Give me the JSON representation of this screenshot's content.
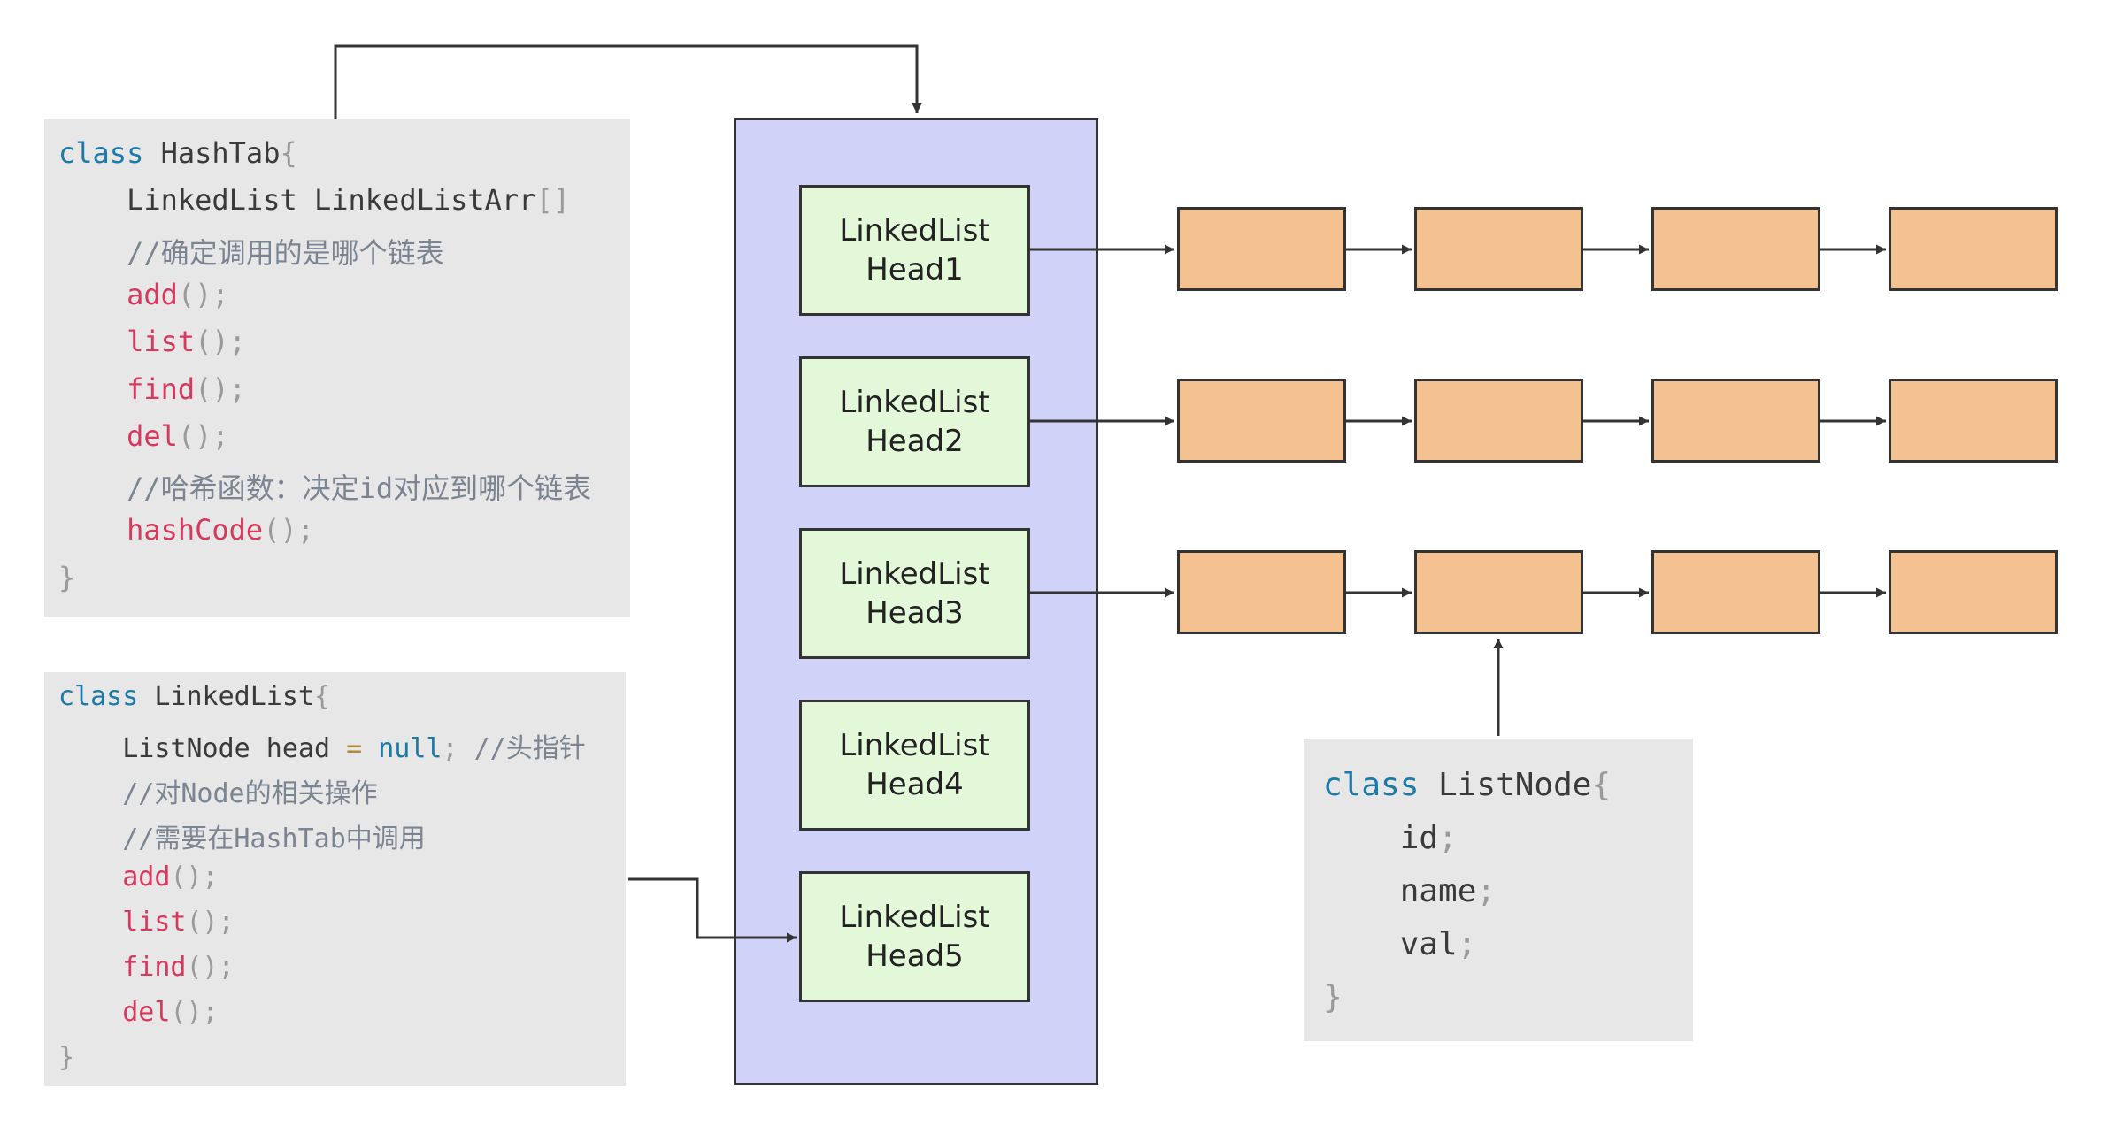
{
  "hashtab_code": {
    "lines": [
      [
        {
          "t": "class",
          "c": "kw"
        },
        {
          "t": " HashTab"
        },
        {
          "t": "{",
          "c": "pn"
        }
      ],
      [
        {
          "t": "    LinkedList LinkedListArr"
        },
        {
          "t": "[]",
          "c": "pn"
        }
      ],
      [
        {
          "t": "    //确定调用的是哪个链表",
          "c": "cm"
        }
      ],
      [
        {
          "t": "    "
        },
        {
          "t": "add",
          "c": "fn"
        },
        {
          "t": "();",
          "c": "pn"
        }
      ],
      [
        {
          "t": "    "
        },
        {
          "t": "list",
          "c": "fn"
        },
        {
          "t": "();",
          "c": "pn"
        }
      ],
      [
        {
          "t": "    "
        },
        {
          "t": "find",
          "c": "fn"
        },
        {
          "t": "();",
          "c": "pn"
        }
      ],
      [
        {
          "t": "    "
        },
        {
          "t": "del",
          "c": "fn"
        },
        {
          "t": "();",
          "c": "pn"
        }
      ],
      [
        {
          "t": "    //哈希函数：决定id对应到哪个链表",
          "c": "cm"
        }
      ],
      [
        {
          "t": "    "
        },
        {
          "t": "hashCode",
          "c": "fn"
        },
        {
          "t": "();",
          "c": "pn"
        }
      ],
      [
        {
          "t": "}",
          "c": "pn"
        }
      ]
    ]
  },
  "linkedlist_code": {
    "lines": [
      [
        {
          "t": "class",
          "c": "kw"
        },
        {
          "t": " LinkedList"
        },
        {
          "t": "{",
          "c": "pn"
        }
      ],
      [
        {
          "t": "    ListNode head "
        },
        {
          "t": "=",
          "c": "op"
        },
        {
          "t": " "
        },
        {
          "t": "null",
          "c": "nl"
        },
        {
          "t": ";",
          "c": "pn"
        },
        {
          "t": " //头指针",
          "c": "cm"
        }
      ],
      [
        {
          "t": "    //对Node的相关操作",
          "c": "cm"
        }
      ],
      [
        {
          "t": "    //需要在HashTab中调用",
          "c": "cm"
        }
      ],
      [
        {
          "t": "    "
        },
        {
          "t": "add",
          "c": "fn"
        },
        {
          "t": "();",
          "c": "pn"
        }
      ],
      [
        {
          "t": "    "
        },
        {
          "t": "list",
          "c": "fn"
        },
        {
          "t": "();",
          "c": "pn"
        }
      ],
      [
        {
          "t": "    "
        },
        {
          "t": "find",
          "c": "fn"
        },
        {
          "t": "();",
          "c": "pn"
        }
      ],
      [
        {
          "t": "    "
        },
        {
          "t": "del",
          "c": "fn"
        },
        {
          "t": "();",
          "c": "pn"
        }
      ],
      [
        {
          "t": "}",
          "c": "pn"
        }
      ]
    ]
  },
  "listnode_code": {
    "lines": [
      [
        {
          "t": "class",
          "c": "kw"
        },
        {
          "t": " ListNode"
        },
        {
          "t": "{",
          "c": "pn"
        }
      ],
      [
        {
          "t": "    id"
        },
        {
          "t": ";",
          "c": "pn"
        }
      ],
      [
        {
          "t": "    name"
        },
        {
          "t": ";",
          "c": "pn"
        }
      ],
      [
        {
          "t": "    val"
        },
        {
          "t": ";",
          "c": "pn"
        }
      ],
      [
        {
          "t": "}",
          "c": "pn"
        }
      ]
    ]
  },
  "heads": [
    {
      "line1": "LinkedList",
      "line2": "Head1"
    },
    {
      "line1": "LinkedList",
      "line2": "Head2"
    },
    {
      "line1": "LinkedList",
      "line2": "Head3"
    },
    {
      "line1": "LinkedList",
      "line2": "Head4"
    },
    {
      "line1": "LinkedList",
      "line2": "Head5"
    }
  ],
  "colors": {
    "hash_table_fill": "#d1d2f8",
    "head_fill": "#e3f8d9",
    "node_fill": "#f4c290",
    "code_panel_fill": "#e7e7e7",
    "keyword": "#1a7aa8",
    "method": "#d6395e",
    "comment": "#7b8591"
  }
}
